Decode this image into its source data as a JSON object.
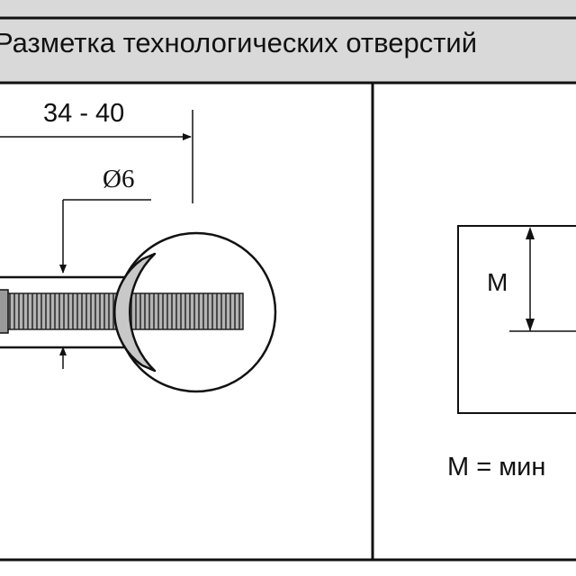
{
  "title": "Разметка технологических отверстий",
  "left_panel": {
    "length_dimension": "34 - 40",
    "diameter_dimension": "Ø6"
  },
  "right_panel": {
    "hole_label": "M",
    "formula": "M = мин"
  },
  "colors": {
    "header_background": "#d9d9d9",
    "line": "#111111",
    "bolt_fill": "#aaaaaa",
    "washer_fill": "#c8c8c8"
  }
}
